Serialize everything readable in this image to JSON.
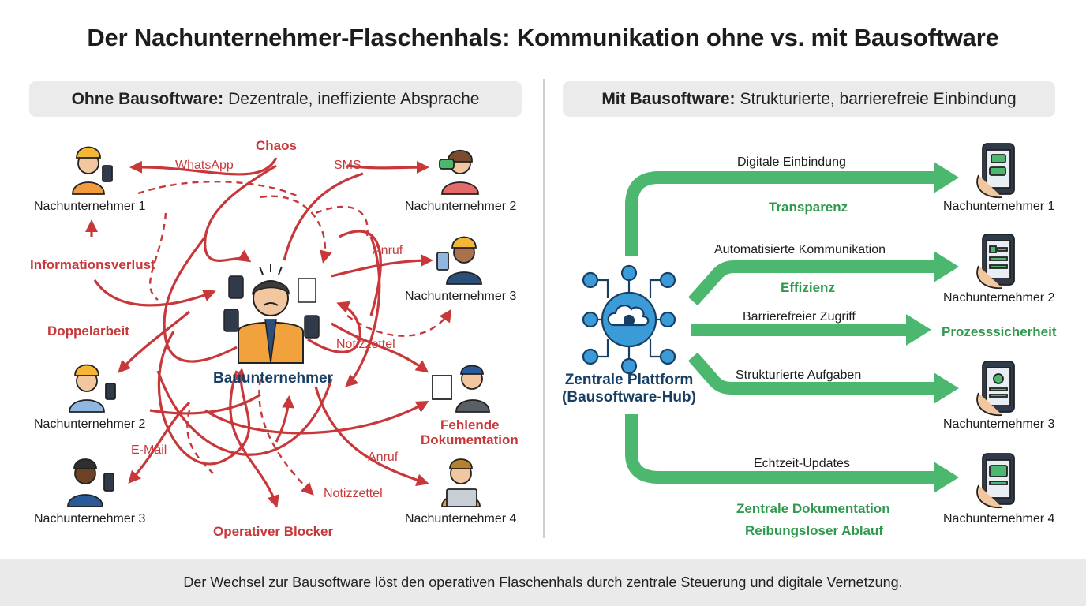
{
  "title": "Der Nachunternehmer-Flaschenhals: Kommunikation ohne vs. mit Bausoftware",
  "left_panel": {
    "heading_bold": "Ohne Bausoftware:",
    "heading_rest": "Dezentrale, ineffiziente Absprache",
    "center_label": "Bauunternehmer",
    "subcontractors": [
      "Nachunternehmer 1",
      "Nachunternehmer 2",
      "Nachunternehmer 3",
      "Nachunternehmer 2",
      "Nachunternehmer 3",
      "Nachunternehmer 4"
    ],
    "problems": [
      "Chaos",
      "Informationsverlust",
      "Doppelarbeit",
      "Fehlende",
      "Dokumentation",
      "Operativer Blocker"
    ],
    "channels": [
      "WhatsApp",
      "SMS",
      "Anruf",
      "Notizzettel",
      "E-Mail",
      "Anruf",
      "Notizzettel"
    ]
  },
  "right_panel": {
    "heading_bold": "Mit Bausoftware:",
    "heading_rest": "Strukturierte, barrierefreie Einbindung",
    "hub_label": [
      "Zentrale Plattform",
      "(Bausoftware-Hub)"
    ],
    "flows": [
      "Digitale Einbindung",
      "Automatisierte Kommunikation",
      "Barrierefreier Zugriff",
      "Strukturierte Aufgaben",
      "Echtzeit-Updates"
    ],
    "benefits": [
      "Transparenz",
      "Effizienz",
      "Prozesssicherheit",
      "Zentrale Dokumentation",
      "Reibungsloser Ablauf"
    ],
    "subcontractors": [
      "Nachunternehmer 1",
      "Nachunternehmer 2",
      "Nachunternehmer 3",
      "Nachunternehmer 4"
    ]
  },
  "footer": "Der Wechsel zur Bausoftware löst den operativen Flaschenhals durch zentrale Steuerung und digitale Vernetzung.",
  "colors": {
    "red": "#c8383a",
    "green": "#4cb86f",
    "navy": "#183e63",
    "panel": "#ebebeb"
  }
}
